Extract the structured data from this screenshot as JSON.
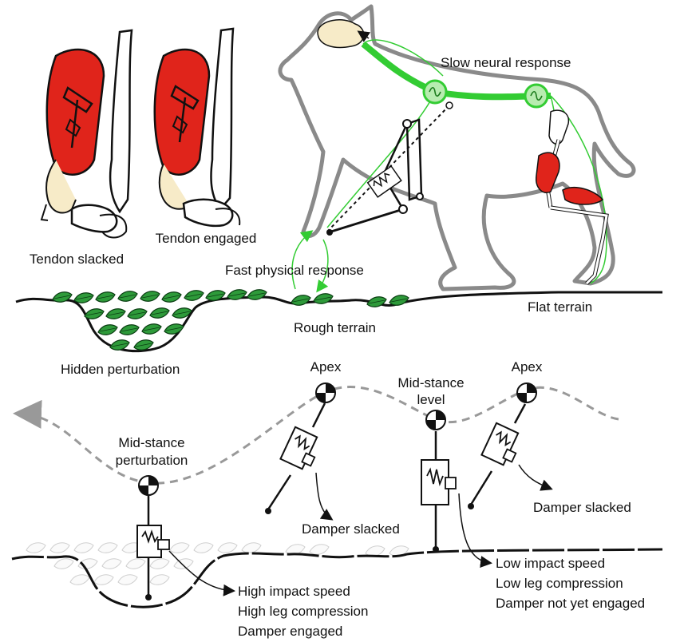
{
  "labels": {
    "tendon_slacked": "Tendon slacked",
    "tendon_engaged": "Tendon engaged",
    "slow_neural": "Slow neural response",
    "fast_physical": "Fast physical response",
    "flat_terrain": "Flat terrain",
    "rough_terrain": "Rough terrain",
    "hidden_perturbation": "Hidden perturbation",
    "apex_left": "Apex",
    "apex_right": "Apex",
    "midstance_level_1": "Mid-stance",
    "midstance_level_2": "level",
    "midstance_pert_1": "Mid-stance",
    "midstance_pert_2": "perturbation",
    "damper_slacked_left": "Damper slacked",
    "damper_slacked_right": "Damper slacked",
    "high_1": "High impact speed",
    "high_2": "High leg compression",
    "high_3": "Damper engaged",
    "low_1": "Low impact speed",
    "low_2": "Low leg compression",
    "low_3": "Damper not yet engaged"
  },
  "colors": {
    "muscle": "#e0241b",
    "tendon": "#f7ebc8",
    "leaf": "#2e9a3a",
    "neural": "#33cc33",
    "neuron_fill": "#b8ecb0",
    "outline": "#8a8a8a",
    "trajectory": "#999999"
  }
}
